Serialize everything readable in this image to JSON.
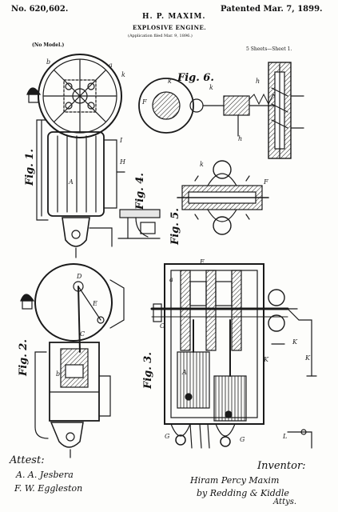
{
  "header": {
    "patent_number": "No. 620,602.",
    "inventor": "H. P. MAXIM.",
    "date": "Patented Mar. 7, 1899.",
    "title": "EXPLOSIVE ENGINE.",
    "application": "(Application filed Mar. 9, 1896.)",
    "model_note": "(No Model.)",
    "sheets": "5 Sheets—Sheet 1."
  },
  "figures": {
    "fig1": "Fig. 1.",
    "fig2": "Fig. 2.",
    "fig3": "Fig. 3.",
    "fig4": "Fig. 4.",
    "fig5": "Fig. 5.",
    "fig6": "Fig. 6."
  },
  "footer": {
    "attest_label": "Attest:",
    "witness_1": "A. A. Jesbera",
    "witness_2": "F. W. Eggleston",
    "inventor_label": "Inventor:",
    "inventor_signature": "Hiram Percy Maxim",
    "attorneys": "by Redding & Kiddle",
    "attys": "Attys."
  }
}
